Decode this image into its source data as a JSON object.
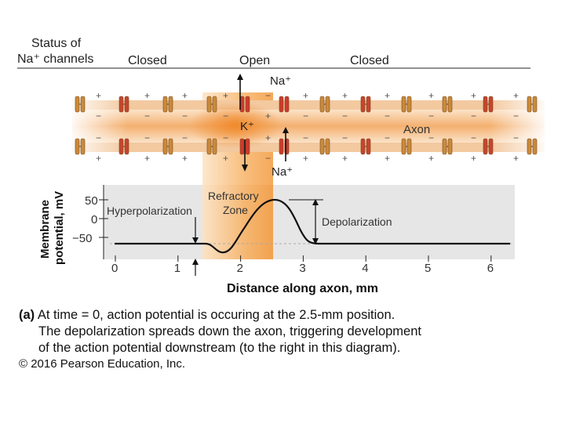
{
  "header": {
    "status_line1": "Status of",
    "status_line2": "Na⁺ channels",
    "state_left": "Closed",
    "state_mid": "Open",
    "state_right": "Closed"
  },
  "axon": {
    "label": "Axon",
    "ion_na_top": "Na⁺",
    "ion_k": "K⁺",
    "ion_na_bottom": "Na⁺",
    "plus": "+",
    "minus": "−"
  },
  "graph": {
    "ylabel_line1": "Membrane",
    "ylabel_line2": "potential, mV",
    "xlabel": "Distance along axon, mm",
    "yticks": [
      "50",
      "0",
      "−50"
    ],
    "xticks": [
      "0",
      "1",
      "2",
      "3",
      "4",
      "5",
      "6"
    ],
    "annotations": {
      "hyperpolarization": "Hyperpolarization",
      "refractory_line1": "Refractory",
      "refractory_line2": "Zone",
      "depolarization": "Depolarization"
    }
  },
  "caption": {
    "label": "(a)",
    "line1": "At time = 0, action potential is occuring at the 2.5-mm position.",
    "line2": "The depolarization spreads down the axon, triggering development",
    "line3": "of the action potential downstream (to the right in this diagram).",
    "copyright": "© 2016 Pearson Education, Inc."
  },
  "colors": {
    "axon_band": "#f6c48f",
    "axon_band_light": "#fbe3c8",
    "refractory_zone": "#f5a24b",
    "channel_closed": "#c98a3b",
    "channel_open": "#cf3a2b",
    "graph_bg": "#e6e6e6"
  }
}
